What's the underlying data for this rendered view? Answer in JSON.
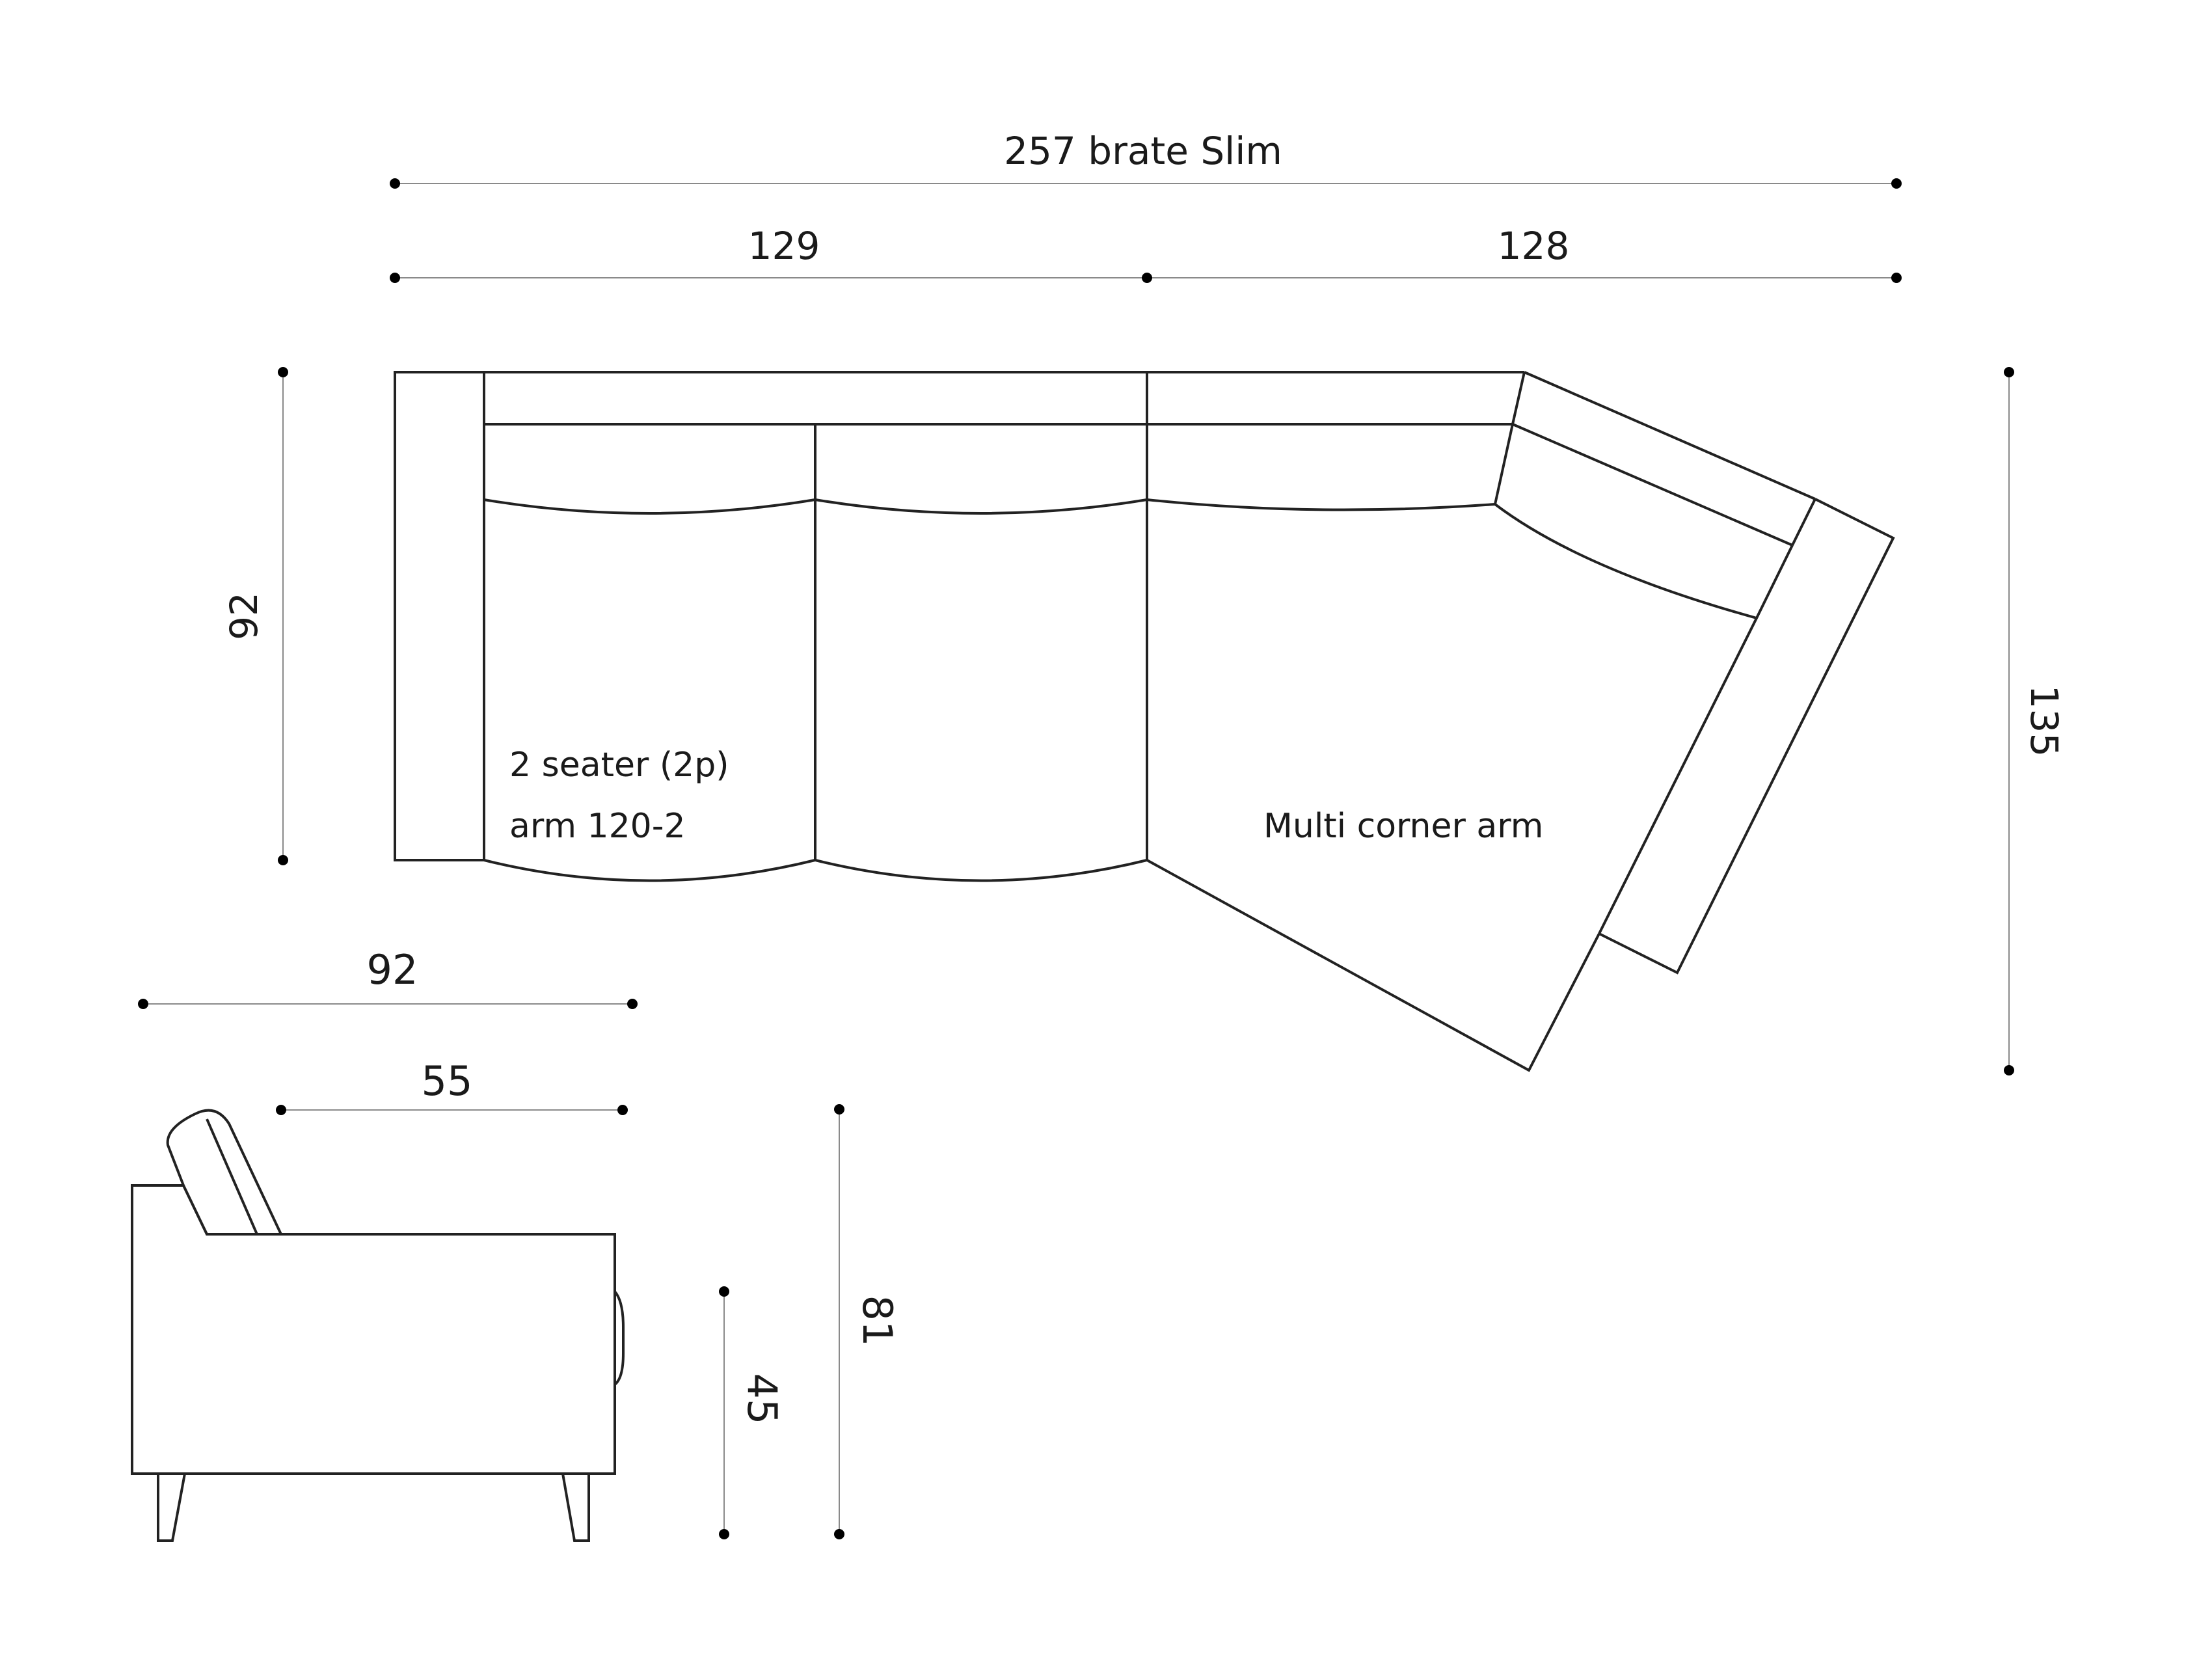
{
  "plan_view": {
    "total_width": "257 brate Slim",
    "left_width": "129",
    "right_width": "128",
    "depth_left": "92",
    "depth_right": "135",
    "module_left_label_1": "2 seater (2p)",
    "module_left_label_2": "arm 120-2",
    "module_right_label": "Multi corner arm"
  },
  "side_view": {
    "total_depth": "92",
    "seat_depth": "55",
    "seat_height": "45",
    "total_height": "81"
  }
}
